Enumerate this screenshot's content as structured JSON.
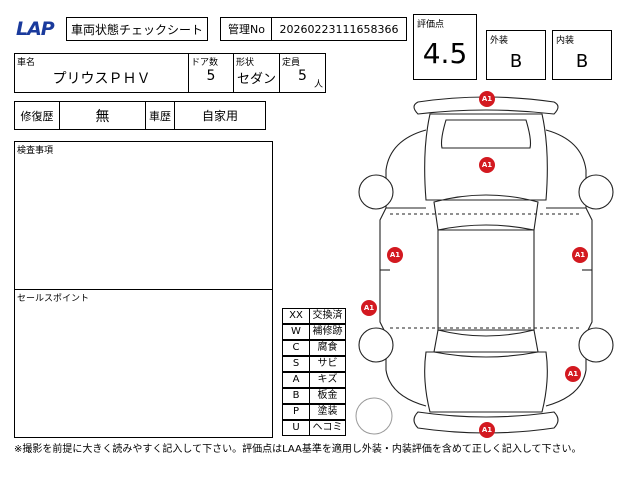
{
  "header": {
    "logo_text": "LAP",
    "title": "車両状態チェックシート",
    "management_label": "管理No",
    "management_no": "20260223111658366"
  },
  "grades": {
    "overall_label": "評価点",
    "overall_value": "4.5",
    "exterior_label": "外装",
    "exterior_value": "B",
    "interior_label": "内装",
    "interior_value": "B"
  },
  "car": {
    "name_label": "車名",
    "name_value": "プリウスＰＨＶ",
    "doors_label": "ドア数",
    "doors_value": "5",
    "shape_label": "形状",
    "shape_value": "セダン",
    "capacity_label": "定員",
    "capacity_value": "5",
    "capacity_unit": "人"
  },
  "history": {
    "repair_label": "修復歴",
    "repair_value": "無",
    "vehicle_history_label": "車歴",
    "vehicle_history_value": "自家用"
  },
  "panels": {
    "inspection_label": "検査事項",
    "sales_point_label": "セールスポイント"
  },
  "legend": [
    {
      "code": "XX",
      "desc": "交換済"
    },
    {
      "code": "W",
      "desc": "補修跡"
    },
    {
      "code": "C",
      "desc": "腐食"
    },
    {
      "code": "S",
      "desc": "サビ"
    },
    {
      "code": "A",
      "desc": "キズ"
    },
    {
      "code": "B",
      "desc": "板金"
    },
    {
      "code": "P",
      "desc": "塗装"
    },
    {
      "code": "U",
      "desc": "ヘコミ"
    }
  ],
  "markers": {
    "front_bumper": "A1",
    "hood": "A1",
    "left_side": "A1",
    "right_side": "A1",
    "left_rear_fender": "A1",
    "right_rear_quarter": "A1",
    "rear_bumper": "A1"
  },
  "colors": {
    "marker_red": "#d31920",
    "logo_blue": "#1a3a9c"
  },
  "footnote": "※撮影を前提に大きく読みやすく記入して下さい。評価点はLAA基準を適用し外装・内装評価を含めて正しく記入して下さい。"
}
